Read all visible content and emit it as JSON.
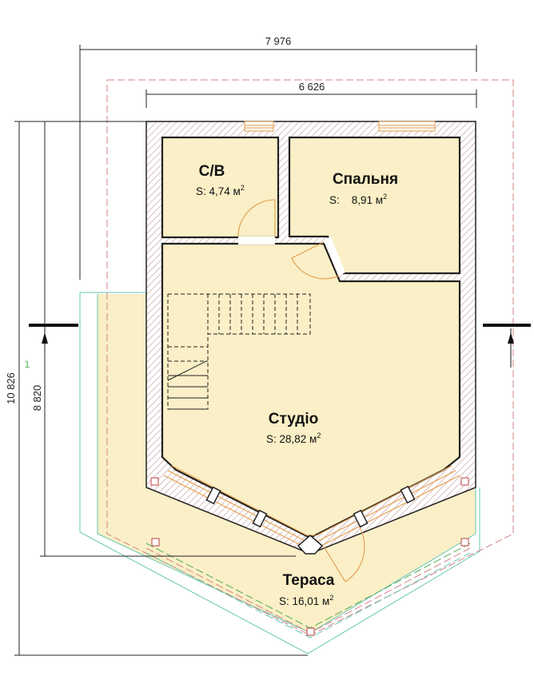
{
  "dimensions": {
    "overall_width": "7 976",
    "inner_width": "6 626",
    "overall_height": "10 826",
    "inner_height": "8 820"
  },
  "section_marker": "1",
  "rooms": {
    "bathroom": {
      "name": "С/В",
      "area_label": "S: 4,74 м",
      "area_unit_power": "2"
    },
    "bedroom": {
      "name": "Спальня",
      "area_label": "S:    8,91 м",
      "area_unit_power": "2"
    },
    "studio": {
      "name": "Студіо",
      "area_label": "S: 28,82 м",
      "area_unit_power": "2"
    },
    "terrace": {
      "name": "Тераса",
      "area_label": "S: 16,01 м",
      "area_unit_power": "2"
    }
  },
  "colors": {
    "room_fill": "#faefc6",
    "wall": "#222222",
    "hatch": "#c9a3a3",
    "window": "#e39a4a",
    "guide_red": "#d28383",
    "guide_teal": "#64c7b2",
    "guide_green": "#55aa55"
  }
}
